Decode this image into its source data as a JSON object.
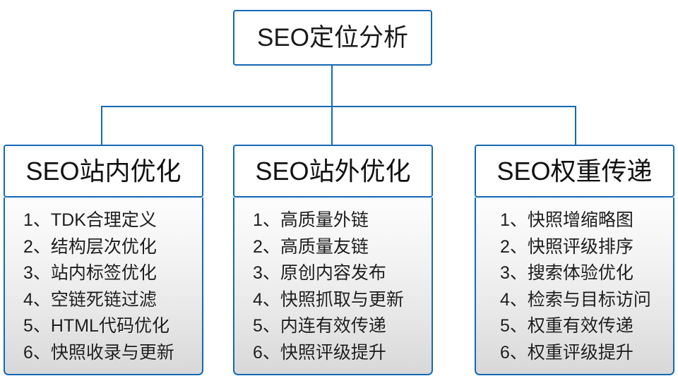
{
  "diagram": {
    "type": "org-tree",
    "accent_color": "#1469b5",
    "text_color": "#1a1a1a",
    "body_fill_top": "#fdfdfd",
    "body_fill_bottom": "#d8d8d8",
    "root": {
      "label": "SEO定位分析"
    },
    "branches": [
      {
        "header": "SEO站内优化",
        "items": [
          {
            "index": "1、",
            "text": "TDK合理定义"
          },
          {
            "index": "2、",
            "text": "结构层次优化"
          },
          {
            "index": "3、",
            "text": "站内标签优化"
          },
          {
            "index": "4、",
            "text": "空链死链过滤"
          },
          {
            "index": "5、",
            "text": "HTML代码优化"
          },
          {
            "index": "6、",
            "text": "快照收录与更新"
          }
        ]
      },
      {
        "header": "SEO站外优化",
        "items": [
          {
            "index": "1、",
            "text": "高质量外链"
          },
          {
            "index": "2、",
            "text": "高质量友链"
          },
          {
            "index": "3、",
            "text": "原创内容发布"
          },
          {
            "index": "4、",
            "text": "快照抓取与更新"
          },
          {
            "index": "5、",
            "text": "内连有效传递"
          },
          {
            "index": "6、",
            "text": "快照评级提升"
          }
        ]
      },
      {
        "header": "SEO权重传递",
        "items": [
          {
            "index": "1、",
            "text": "快照增缩略图"
          },
          {
            "index": "2、",
            "text": "快照评级排序"
          },
          {
            "index": "3、",
            "text": "搜索体验优化"
          },
          {
            "index": "4、",
            "text": "检索与目标访问"
          },
          {
            "index": "5、",
            "text": "权重有效传递"
          },
          {
            "index": "6、",
            "text": "权重评级提升"
          }
        ]
      }
    ]
  }
}
